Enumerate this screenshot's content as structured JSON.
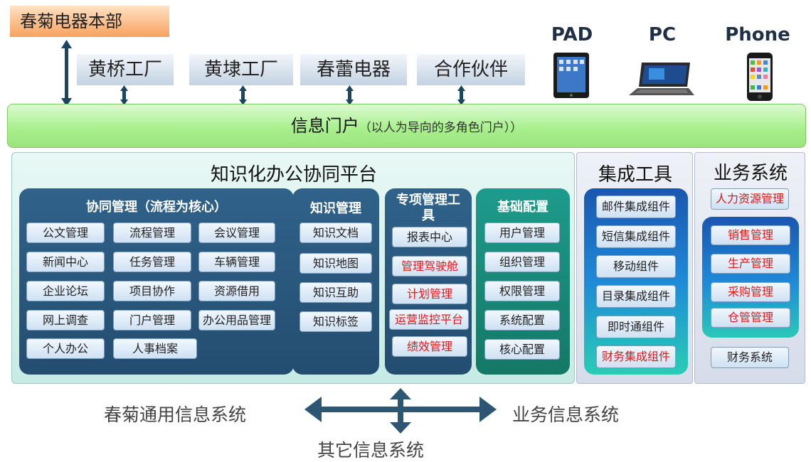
{
  "hq": "春菊电器本部",
  "branches": [
    "黄桥工厂",
    "黄埭工厂",
    "春蕾电器",
    "合作伙伴"
  ],
  "devices": [
    "PAD",
    "PC",
    "Phone"
  ],
  "portal": {
    "title": "信息门户",
    "subtitle": "（以人为导向的多角色门户））"
  },
  "platform": {
    "title": "知识化办公协同平台",
    "collab": {
      "title": "协同管理（流程为核心）",
      "items": [
        "公文管理",
        "流程管理",
        "会议管理",
        "新闻中心",
        "任务管理",
        "车辆管理",
        "企业论坛",
        "项目协作",
        "资源借用",
        "网上调查",
        "门户管理",
        "办公用品管理",
        "个人办公",
        "人事档案"
      ]
    },
    "knowledge": {
      "title": "知识管理",
      "items": [
        "知识文档",
        "知识地图",
        "知识互助",
        "知识标签"
      ]
    },
    "special": {
      "title": "专项管理工具",
      "items": [
        "报表中心",
        "管理驾驶舱",
        "计划管理",
        "运营监控平台",
        "绩效管理"
      ]
    },
    "base": {
      "title": "基础配置",
      "items": [
        "用户管理",
        "组织管理",
        "权限管理",
        "系统配置",
        "核心配置"
      ]
    }
  },
  "integration": {
    "title": "集成工具",
    "items": [
      "邮件集成组件",
      "短信集成组件",
      "移动组件",
      "目录集成组件",
      "即时通组件",
      "财务集成组件"
    ]
  },
  "business": {
    "title": "业务系统",
    "hr": "人力资源管理",
    "items": [
      "销售管理",
      "生产管理",
      "采购管理",
      "仓管管理"
    ],
    "finance": "财务系统"
  },
  "bottom": {
    "left": "春菊通用信息系统",
    "right": "业务信息系统",
    "bottom": "其它信息系统"
  }
}
